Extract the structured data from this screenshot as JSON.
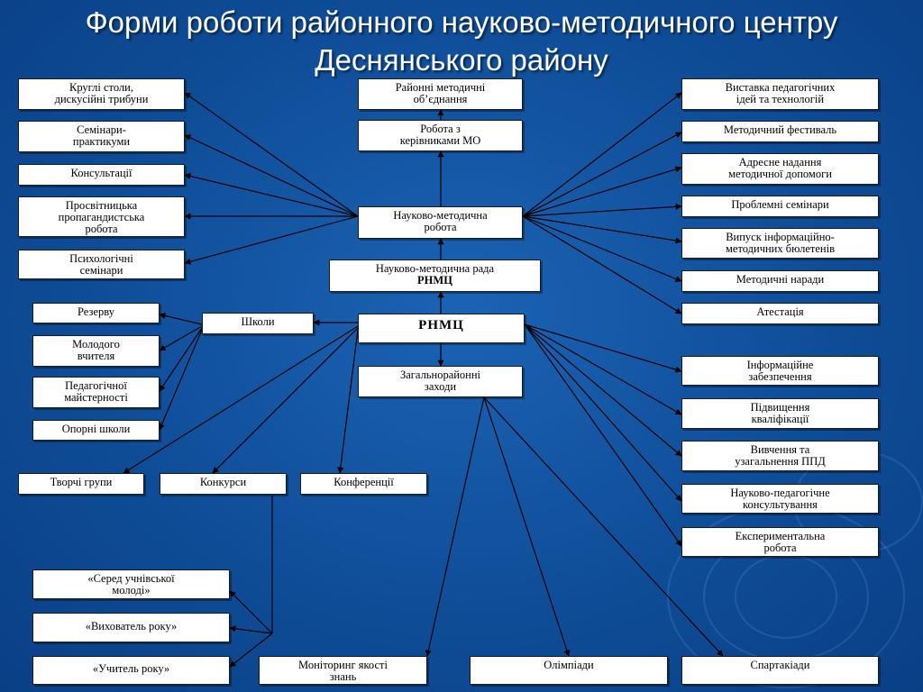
{
  "title": {
    "line1": "Форми роботи районного науково-методичного центру",
    "line2": "Деснянського району"
  },
  "nodes": {
    "rnmc": "РНМЦ",
    "rada1": "Науково-методична рада",
    "rada2": "РНМЦ",
    "nmr1": "Науково-методична",
    "nmr2": "робота",
    "mo1": "Робота з",
    "mo2": "керівниками МО",
    "rmo1": "Районні методичні",
    "rmo2": "об’єднання",
    "zag1": "Загальнорайонні",
    "zag2": "заходи",
    "shkoly": "Школи",
    "kr1": "Круглі столи,",
    "kr2": "дискусійні трибуни",
    "sem1": "Семінари-",
    "sem2": "практикуми",
    "kons": "Консультації",
    "pros1": "Просвітницька",
    "pros2": "пропагандистська",
    "pros3": "робота",
    "psy1": "Психологічні",
    "psy2": "семінари",
    "rez": "Резерву",
    "mol1": "Молодого",
    "mol2": "вчителя",
    "ped1": "Педагогічної",
    "ped2": "майстерності",
    "opor": "Опорні школи",
    "tvor": "Творчі групи",
    "konk": "Конкурси",
    "konf": "Конференції",
    "ser1": "«Серед учнівської",
    "ser2": "молоді»",
    "vyh": "«Вихователь року»",
    "uch": "«Учитель року»",
    "mon1": "Моніторинг якості",
    "mon2": "знань",
    "olim": "Олімпіади",
    "spart": "Спартакіади",
    "vys1": "Виставка педагогічних",
    "vys2": "ідей та технологій",
    "fest": "Методичний фестиваль",
    "adr1": "Адресне надання",
    "adr2": "методичної допомоги",
    "prob": "Проблемні семінари",
    "vyp1": "Випуск інформаційно-",
    "vyp2": "методичних бюлетенів",
    "narad": "Методичні наради",
    "atest": "Атестація",
    "inf1": "Інформаційне",
    "inf2": "забезпечення",
    "pidv1": "Підвищення",
    "pidv2": "кваліфікації",
    "vyv1": "Вивчення та",
    "vyv2": "узагальнення ППД",
    "npk1": "Науково-педагогічне",
    "npk2": "консультування",
    "eksp1": "Експериментальна",
    "eksp2": "робота"
  },
  "colors": {
    "background": "#0f4d98",
    "box": "#ffffff",
    "line": "#000000",
    "title": "#ffffff"
  }
}
